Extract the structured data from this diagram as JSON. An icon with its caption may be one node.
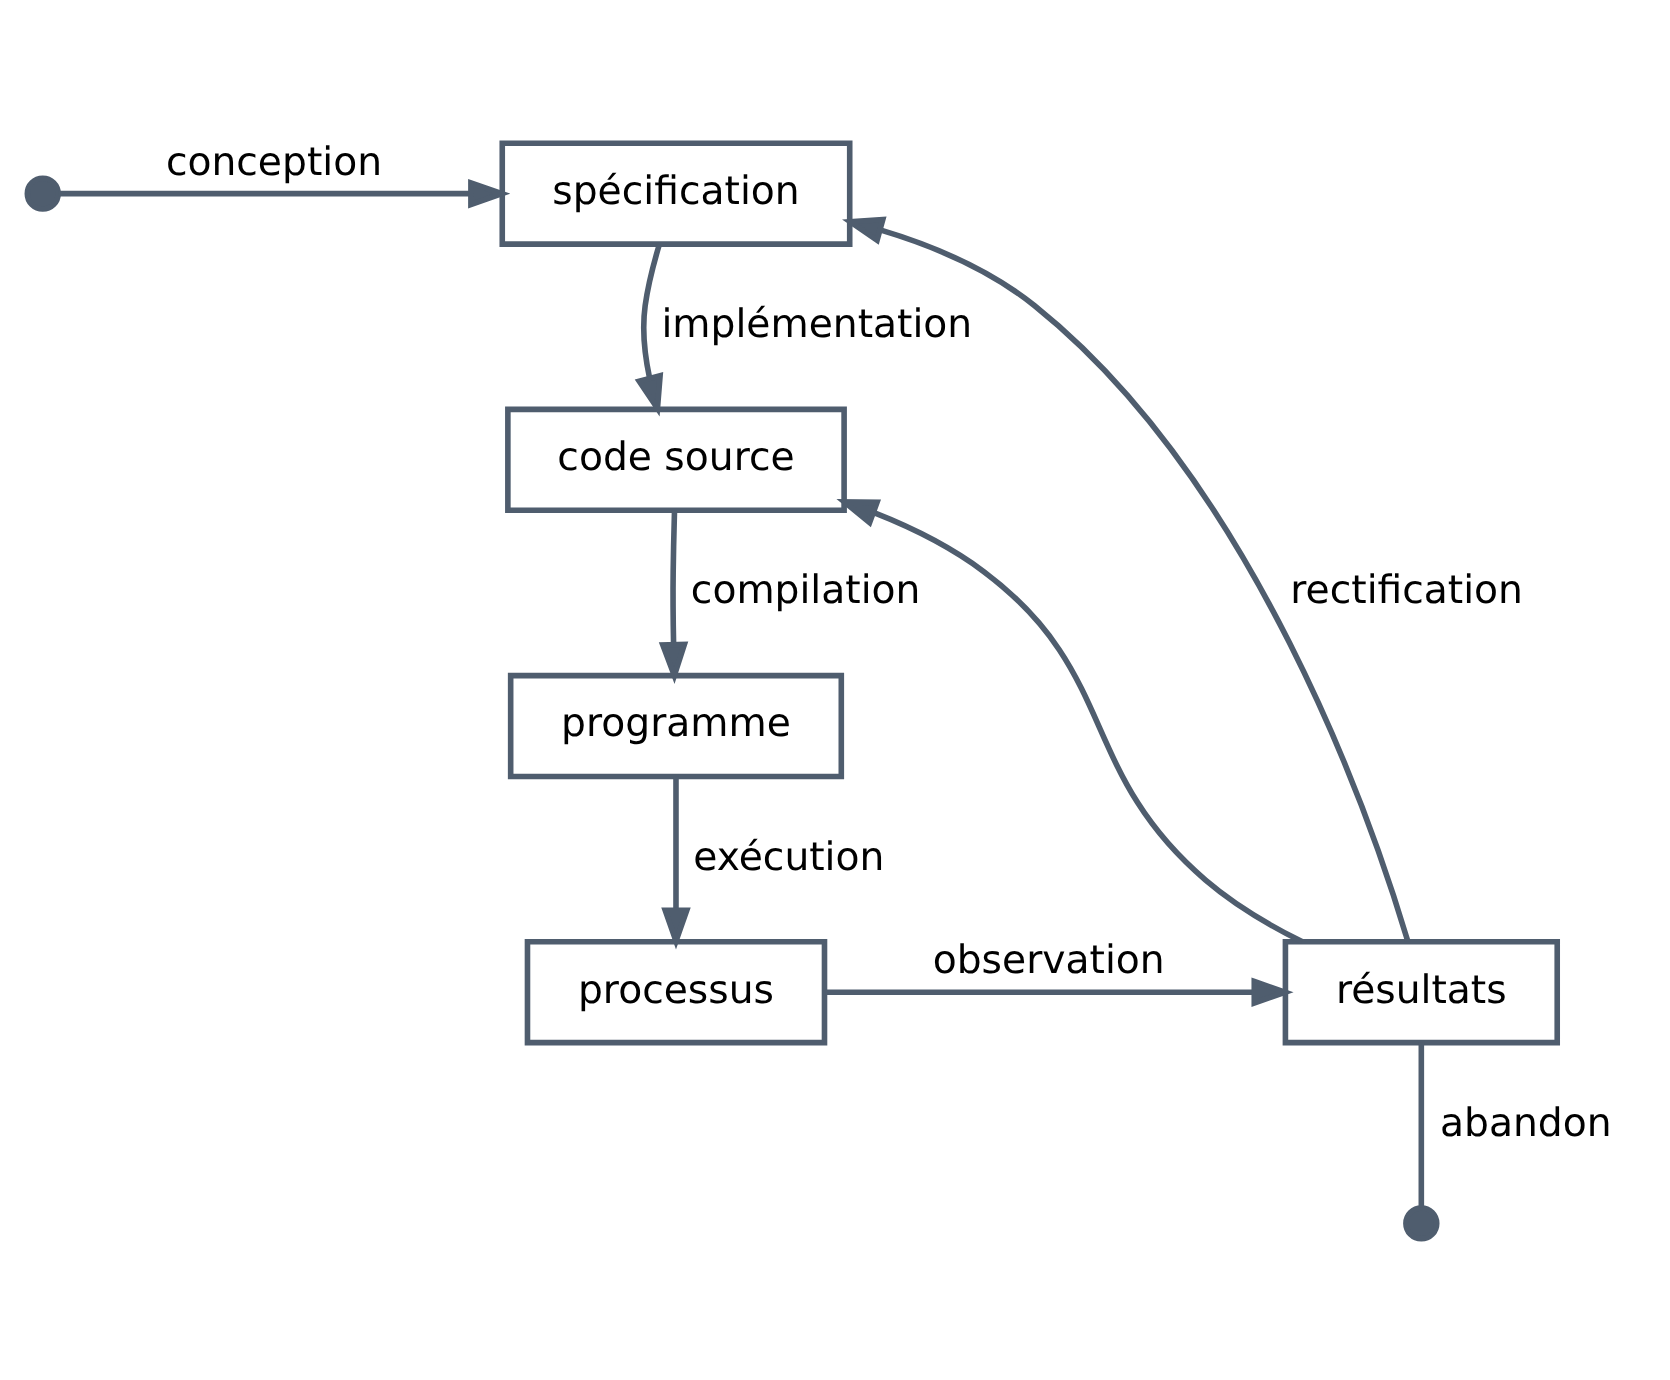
{
  "diagram": {
    "nodes": [
      {
        "text": [],
        "shape": "circle"
      },
      {
        "text": [
          "spécification"
        ]
      },
      {
        "text": [
          "code source"
        ]
      },
      {
        "text": [
          "programme"
        ]
      },
      {
        "text": [
          "processus"
        ]
      },
      {
        "text": [
          "résultats"
        ]
      },
      {
        "text": [],
        "shape": "circle"
      }
    ],
    "edges": [
      {
        "from": 0,
        "to": 1,
        "arrow": "to",
        "label": "conception"
      },
      {
        "from": 1,
        "to": 2,
        "arrow": "to",
        "label": "implémentation"
      },
      {
        "from": 2,
        "to": 3,
        "arrow": "to",
        "label": "compilation"
      },
      {
        "from": 3,
        "to": 4,
        "arrow": "to",
        "label": "exécution"
      },
      {
        "from": 4,
        "to": 5,
        "arrow": "to",
        "label": "observation"
      },
      {
        "from": 5,
        "to": 1,
        "arrow": "to",
        "label": "rectification"
      },
      {
        "from": 5,
        "to": 2,
        "arrow": "to"
      },
      {
        "from": 5,
        "to": 6,
        "arrow": "none",
        "label": "abandon"
      }
    ]
  }
}
